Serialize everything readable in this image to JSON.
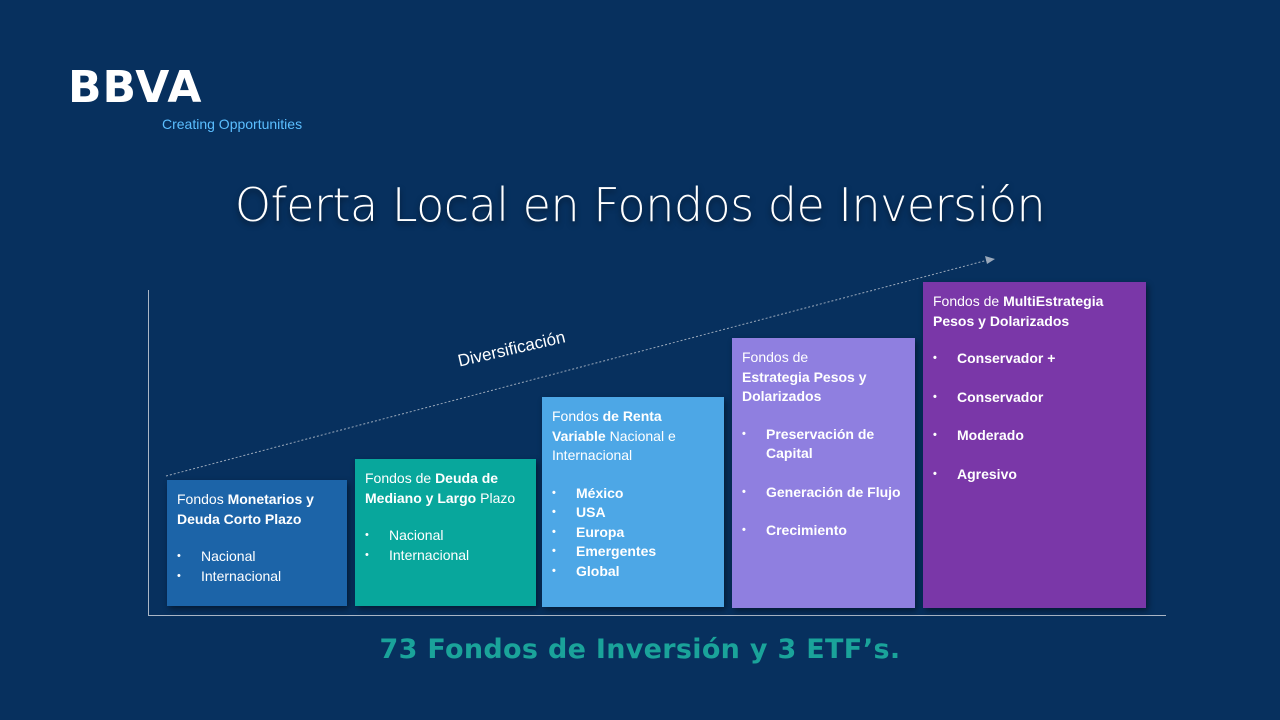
{
  "logo": {
    "brand": "BBVA",
    "tagline": "Creating Opportunities"
  },
  "title": "Oferta Local en Fondos de Inversión",
  "arrow_label": "Diversificación",
  "colors": {
    "background": "#07305e",
    "box1": "#1c64a8",
    "box2": "#08a79c",
    "box3": "#4da7e6",
    "box4": "#8f7fe0",
    "box5": "#7a37a8",
    "footer": "#1aa39a",
    "tagline": "#5bbeff"
  },
  "boxes": [
    {
      "h_pre": "Fondos  ",
      "h_bold": "Monetarios y Deuda Corto Plazo",
      "items": [
        "Nacional",
        "Internacional"
      ]
    },
    {
      "h_pre": "Fondos de ",
      "h_bold": "Deuda de Mediano y Largo",
      "h_post": " Plazo",
      "items": [
        "Nacional",
        "Internacional"
      ]
    },
    {
      "h_pre": "Fondos ",
      "h_bold": "de Renta Variable",
      "h_post": " Nacional e Internacional",
      "items": [
        "México",
        "USA",
        "Europa",
        "Emergentes",
        "Global"
      ]
    },
    {
      "h_pre": "Fondos de ",
      "h_bold": "Estrategia Pesos y Dolarizados",
      "items": [
        "Preservación de Capital",
        "Generación de Flujo",
        "Crecimiento"
      ]
    },
    {
      "h_pre": "Fondos de ",
      "h_bold": "MultiEstrategia Pesos y Dolarizados",
      "items": [
        "Conservador +",
        "Conservador",
        "Moderado",
        "Agresivo"
      ]
    }
  ],
  "footer": "73 Fondos de Inversión y 3 ETF’s."
}
